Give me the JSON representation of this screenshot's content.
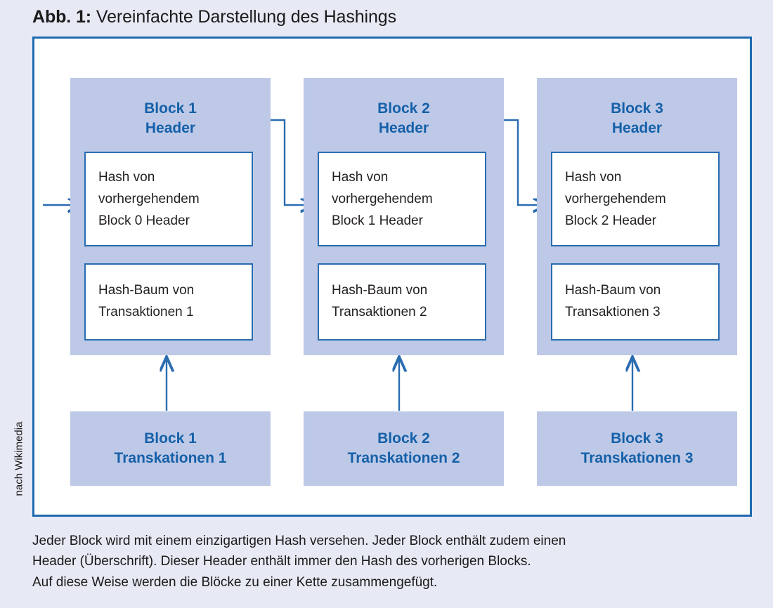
{
  "figure": {
    "label": "Abb. 1:",
    "title": "Vereinfachte Darstellung des Hashings",
    "credit": "nach Wikimedia"
  },
  "colors": {
    "page_background": "#e7eaf4",
    "frame_border": "#1f6ab0",
    "block_fill": "#bdc9e7",
    "heading_blue": "#1560a8",
    "connector_blue": "#2a6cb0",
    "body_text": "#231f20"
  },
  "blocks": [
    {
      "header_title": "Block 1\nHeader",
      "hash_box": "Hash von\nvorhergehendem\nBlock 0 Header",
      "tree_box": "Hash-Baum von\nTransaktionen 1",
      "transactions_box": "Block 1\nTranskationen 1"
    },
    {
      "header_title": "Block 2\nHeader",
      "hash_box": "Hash von\nvorhergehendem\nBlock 1 Header",
      "tree_box": "Hash-Baum von\nTransaktionen 2",
      "transactions_box": "Block 2\nTranskationen 2"
    },
    {
      "header_title": "Block 3\nHeader",
      "hash_box": "Hash von\nvorhergehendem\nBlock 2 Header",
      "tree_box": "Hash-Baum von\nTransaktionen 3",
      "transactions_box": "Block 3\nTranskationen 3"
    }
  ],
  "caption": {
    "line1": "Jeder Block wird mit einem einzigartigen Hash versehen. Jeder Block enthält zudem einen",
    "line2": "Header (Überschrift). Dieser Header enthält immer den Hash des vorherigen Blocks.",
    "line3": "Auf diese Weise werden die Blöcke zu einer Kette zusammengefügt."
  }
}
